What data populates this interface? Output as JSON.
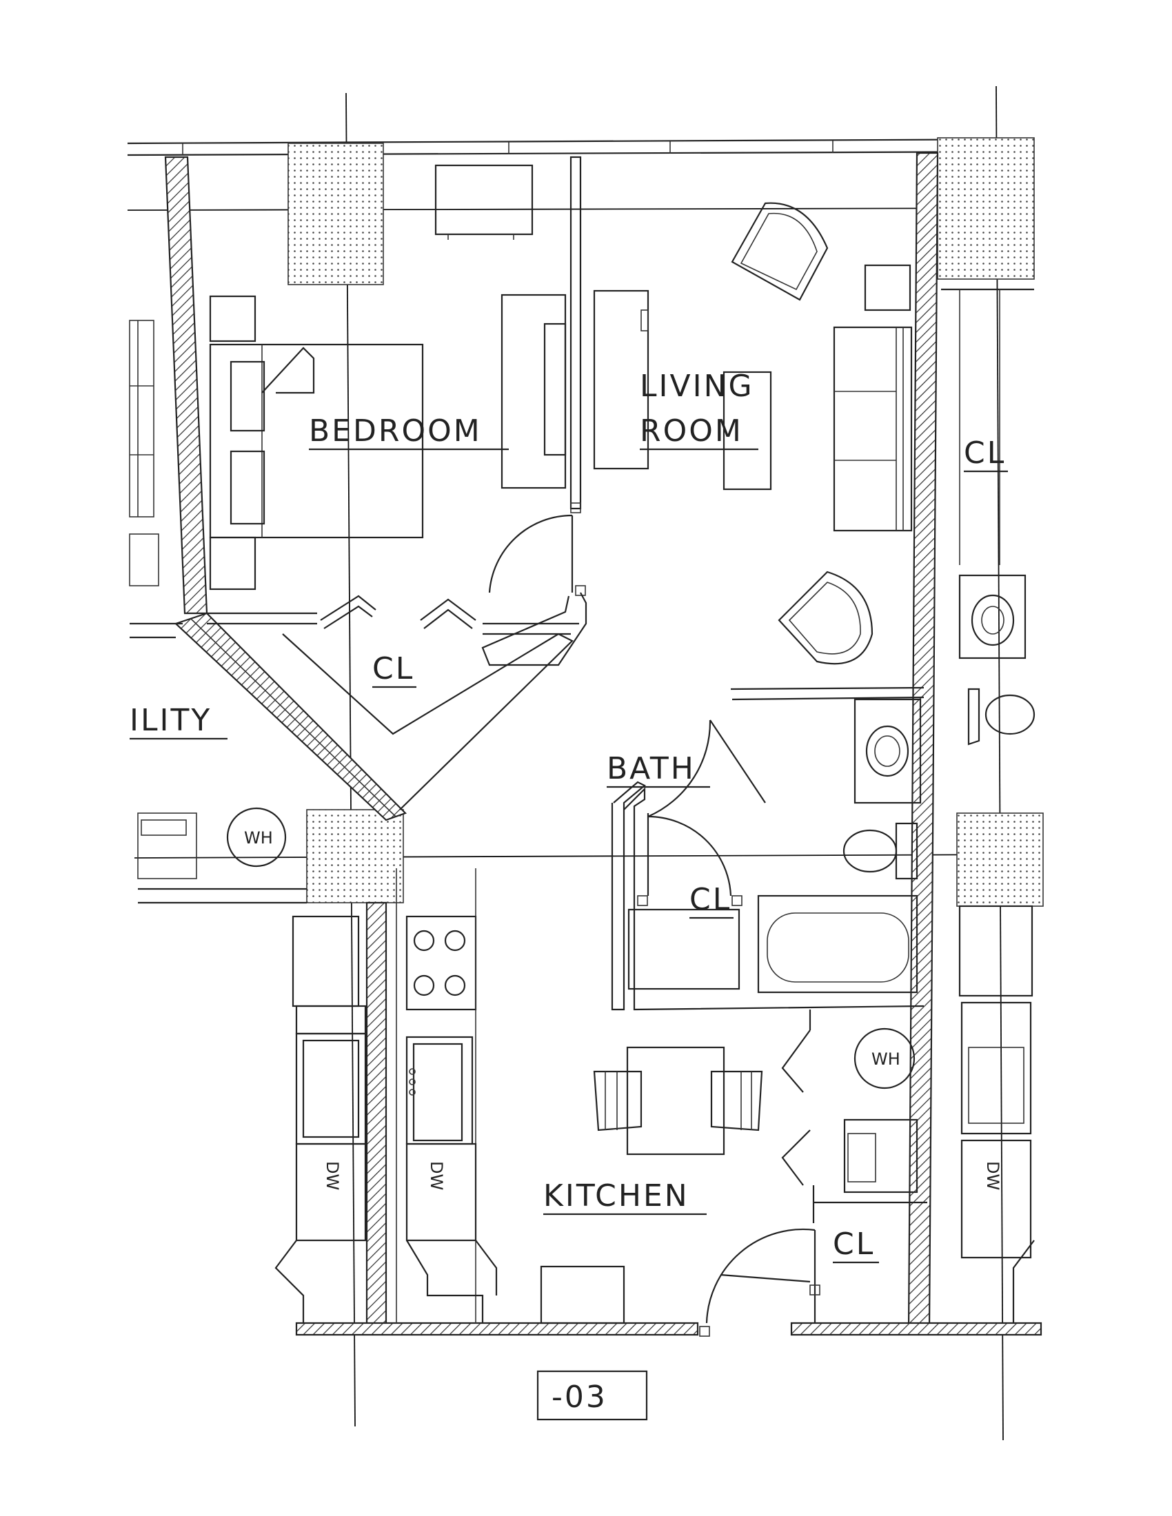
{
  "labels": {
    "bedroom": "BEDROOM",
    "living_1": "LIVING",
    "living_2": "ROOM",
    "closet": "CL",
    "utility": "ILITY",
    "bath": "BATH",
    "kitchen": "KITCHEN",
    "water_heater": "WH",
    "dishwasher": "DW",
    "unit_number": "-03"
  }
}
